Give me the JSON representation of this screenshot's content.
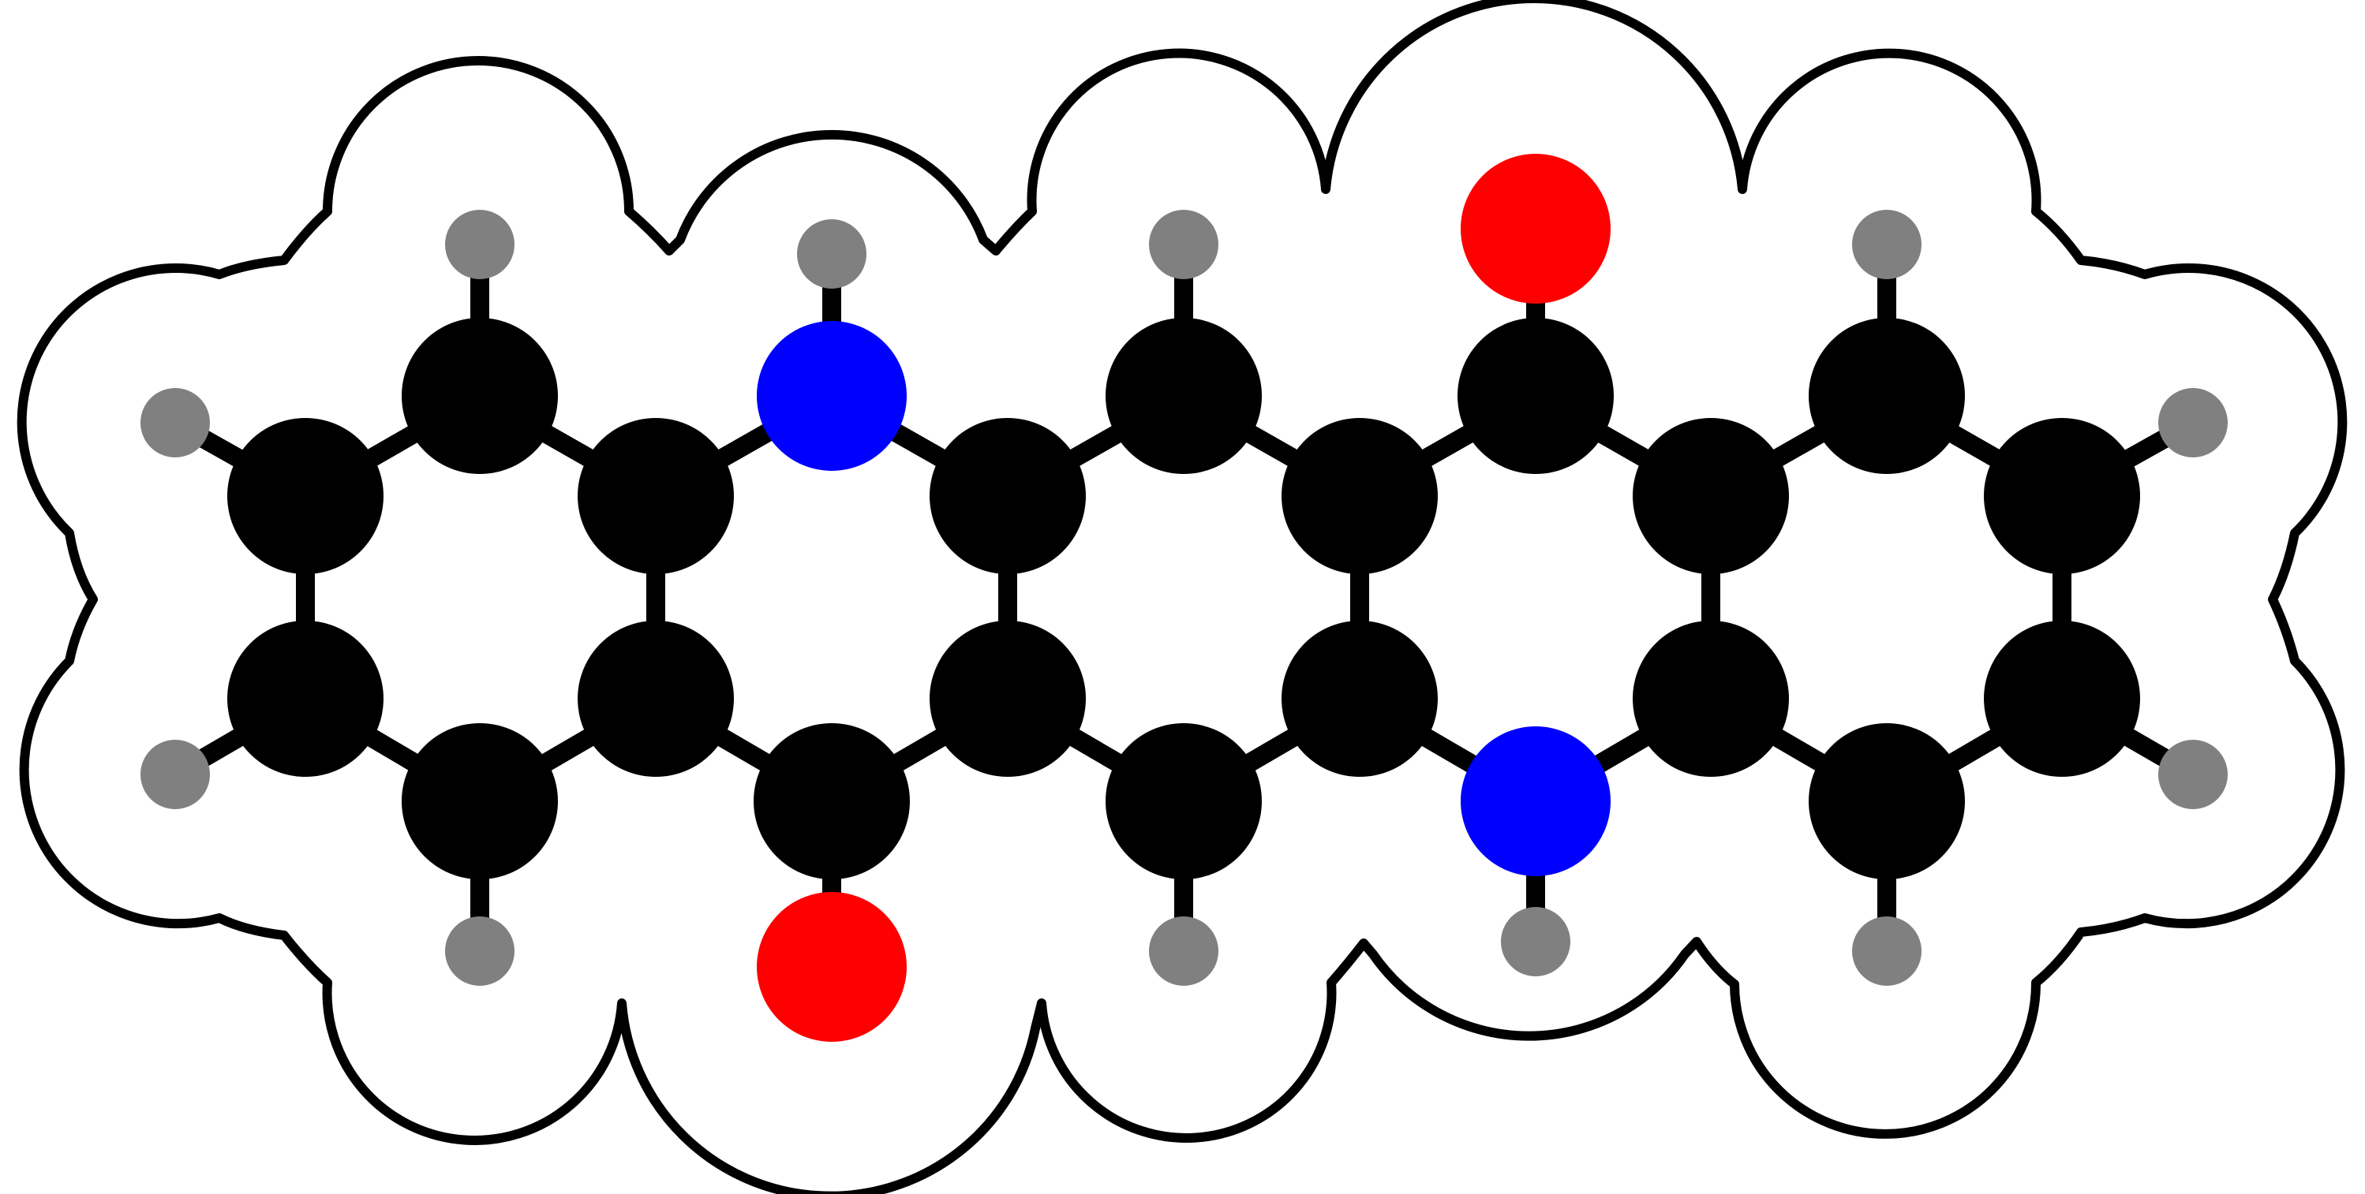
{
  "diagram": {
    "kind": "molecule-ball-and-stick",
    "background_color": "#ffffff",
    "outline_color": "#000000",
    "bond_color": "#000000",
    "element_colors": {
      "C": "#000000",
      "N": "#0000ff",
      "O": "#ff0000",
      "H": "#808080"
    },
    "atom_counts": {
      "C": 20,
      "N": 2,
      "O": 2,
      "H": 12
    }
  }
}
